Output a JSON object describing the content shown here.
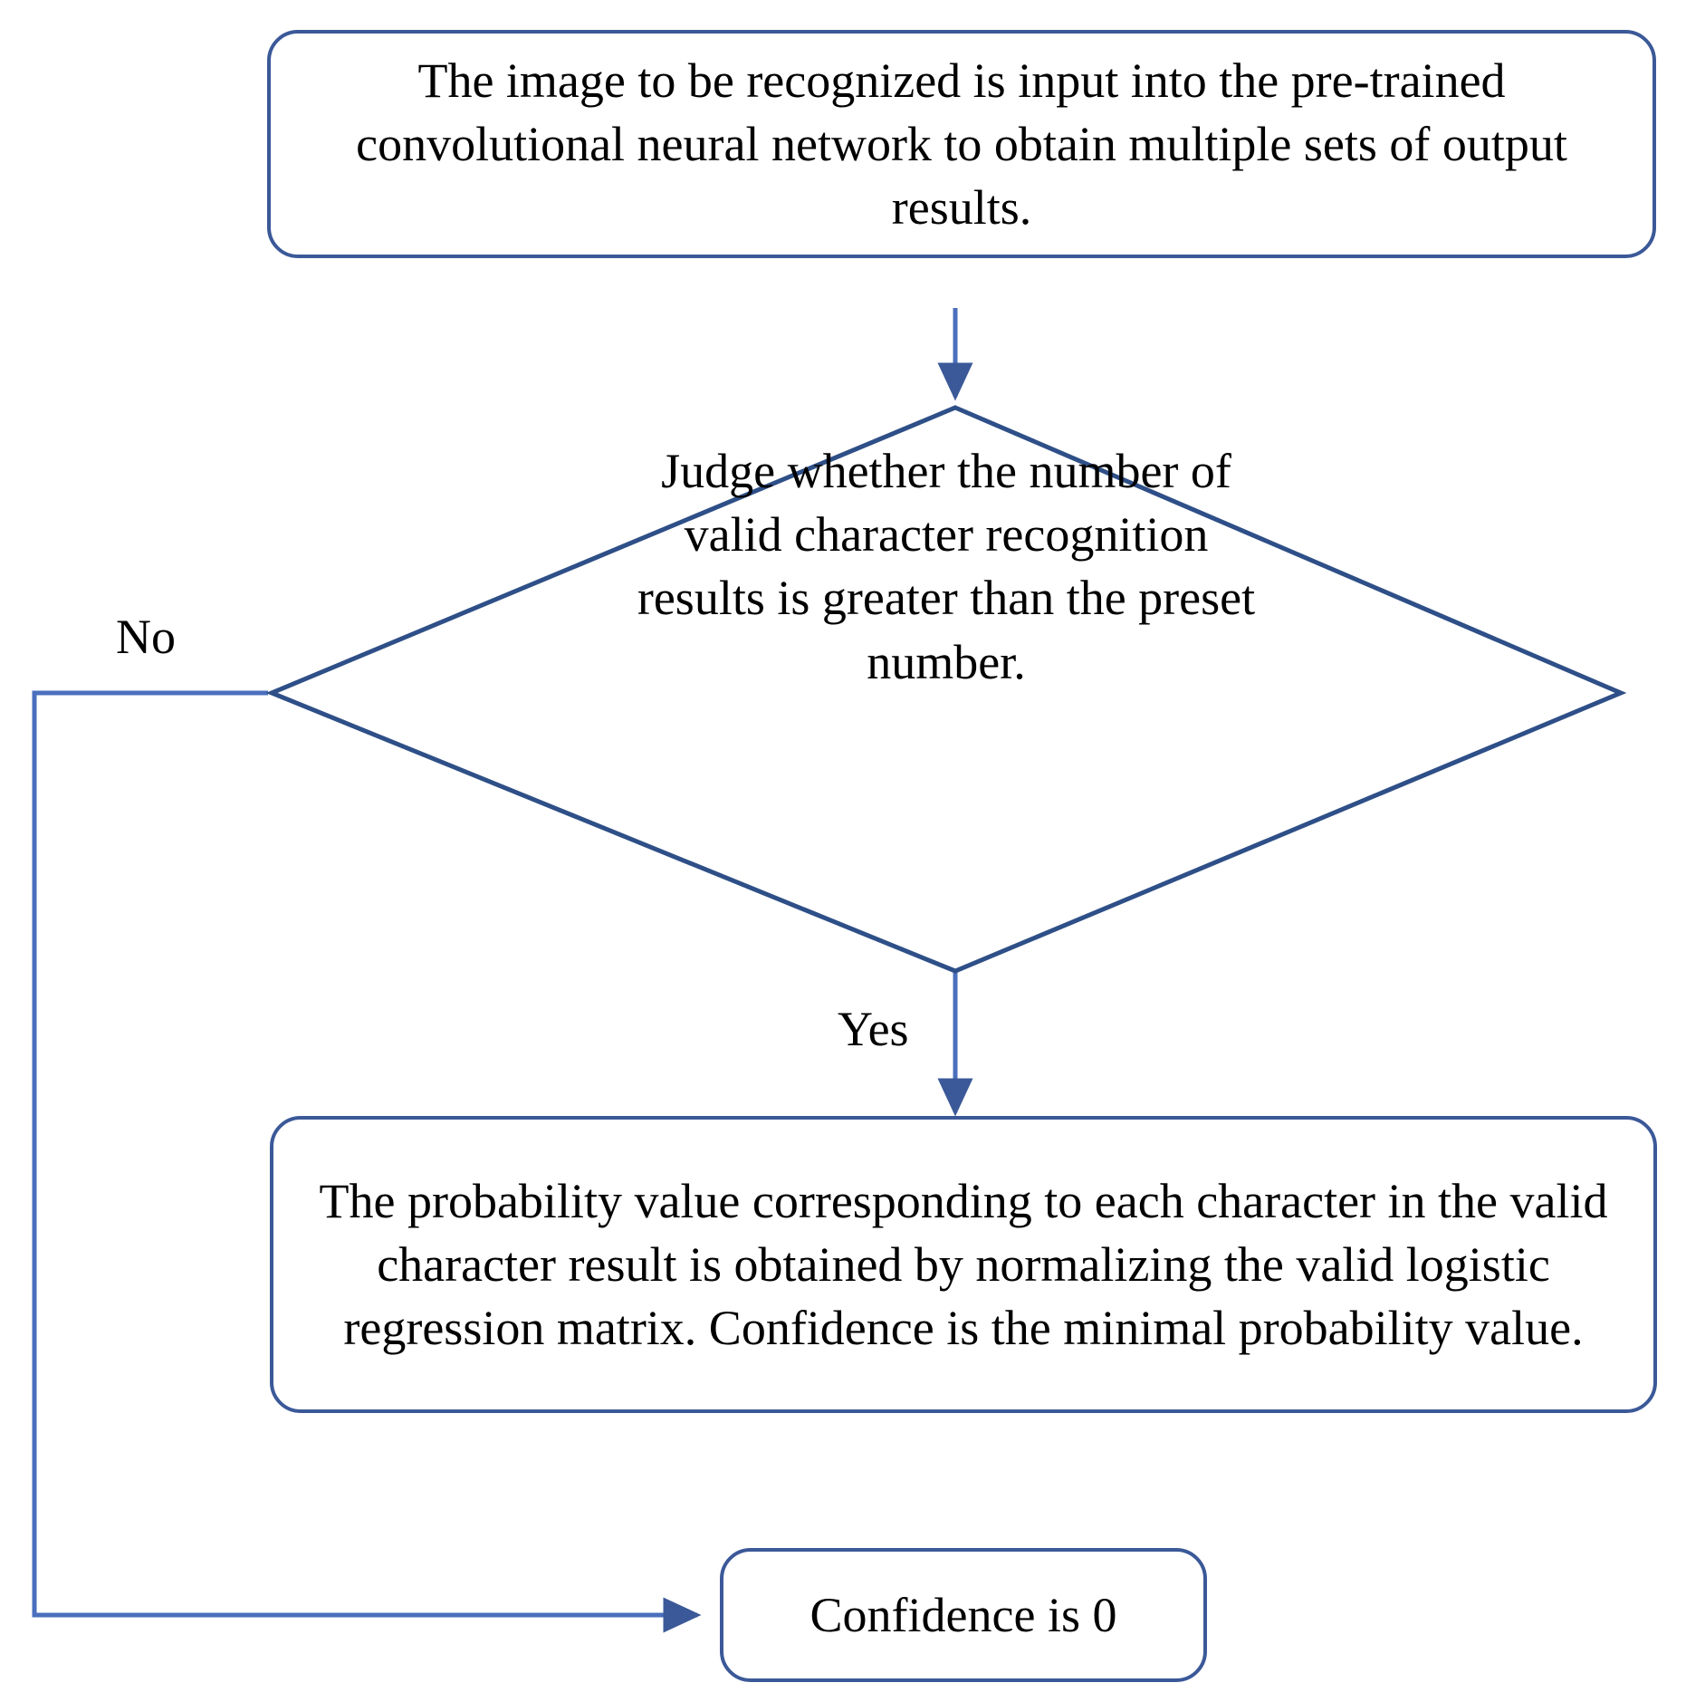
{
  "diagram": {
    "type": "flowchart",
    "title": "Character recognition confidence decision flow",
    "colors": {
      "border": "#3b5998",
      "connector": "#4a6fbd",
      "text": "#000000",
      "background": "#ffffff"
    },
    "nodes": {
      "input_step": {
        "shape": "rounded-rectangle",
        "text": "The image to be recognized is input into the pre-trained convolutional neural network to obtain multiple sets of output results."
      },
      "decision": {
        "shape": "diamond",
        "text": "Judge whether the number of valid character recognition results is greater than the preset number."
      },
      "normalize_step": {
        "shape": "rounded-rectangle",
        "text": "The probability value corresponding to each character in the valid character result is obtained by normalizing the valid logistic regression matrix. Confidence is the minimal probability value."
      },
      "confidence_zero": {
        "shape": "rounded-rectangle",
        "text": "Confidence is 0"
      }
    },
    "edges": {
      "input_to_decision": {
        "label": ""
      },
      "decision_no": {
        "label": "No"
      },
      "decision_yes": {
        "label": "Yes"
      }
    }
  }
}
